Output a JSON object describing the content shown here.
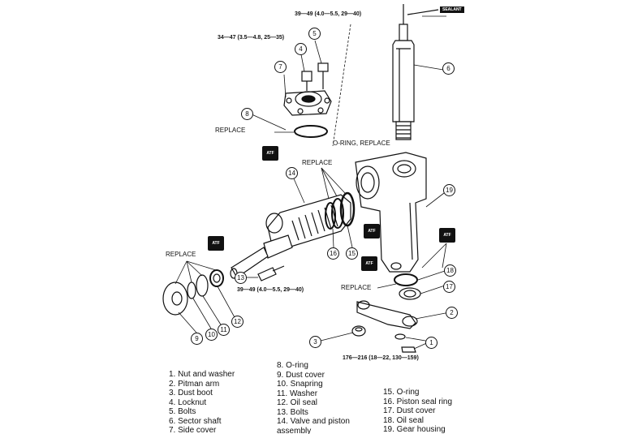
{
  "replace_labels": [
    "REPLACE",
    "REPLACE",
    "REPLACE",
    "REPLACE"
  ],
  "oring_replace": "O-RING, REPLACE",
  "sealant": "SEALANT",
  "atf": "ATF",
  "torques": [
    "39—49 (4.0—5.5, 29—40)",
    "34—47 (3.5—4.8, 25—35)",
    "39—49 (4.0—5.5, 29—40)",
    "176—216 (18—22, 130—159)"
  ],
  "callouts": [
    "1",
    "2",
    "3",
    "4",
    "5",
    "6",
    "7",
    "8",
    "9",
    "10",
    "11",
    "12",
    "13",
    "14",
    "15",
    "16",
    "17",
    "18",
    "19"
  ],
  "legend": {
    "col1": [
      "1. Nut and washer",
      "2. Pitman arm",
      "3. Dust boot",
      "4. Locknut",
      "5. Bolts",
      "6. Sector shaft",
      "7. Side cover"
    ],
    "col2": [
      "8. O-ring",
      "9. Dust cover",
      "10. Snapring",
      "11. Washer",
      "12. Oil seal",
      "13. Bolts",
      "14. Valve and piston",
      "assembly"
    ],
    "col3": [
      "15. O-ring",
      "16. Piston seal ring",
      "17. Dust cover",
      "18. Oil seal",
      "19. Gear housing"
    ]
  }
}
